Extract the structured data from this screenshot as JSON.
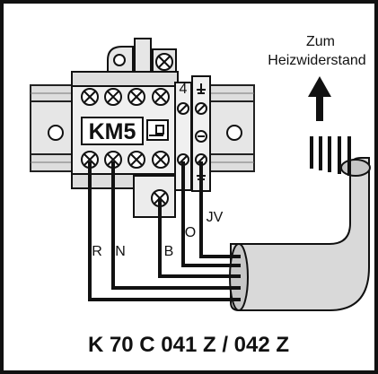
{
  "diagram": {
    "top_note_line1": "Zum",
    "top_note_line2": "Heizwiderstand",
    "module_label": "KM5",
    "terminal_number": "4",
    "wire_labels": {
      "r": "R",
      "n": "N",
      "b": "B",
      "o": "O",
      "jv": "JV"
    },
    "caption": "K 70 C 041 Z  /  042 Z"
  }
}
